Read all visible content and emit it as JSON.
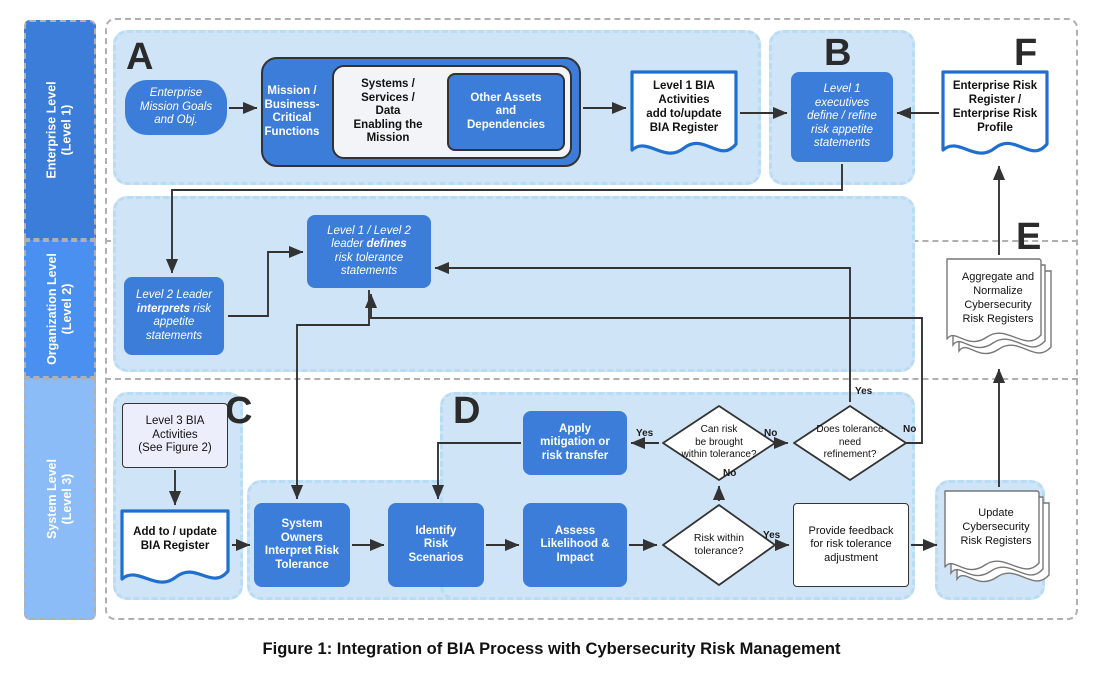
{
  "figure": {
    "caption": "Figure 1: Integration of BIA Process with Cybersecurity Risk Management"
  },
  "levels": [
    {
      "id": "level-1",
      "label": "Enterprise Level\n(Level 1)",
      "line1": "Enterprise Level",
      "line2": "(Level 1)",
      "color": "#3b7dd8"
    },
    {
      "id": "level-2",
      "label": "Organization Level\n(Level 2)",
      "line1": "Organization Level",
      "line2": "(Level 2)",
      "color": "#4a90f0"
    },
    {
      "id": "level-3",
      "label": "System Level\n(Level 3)",
      "line1": "System Level",
      "line2": "(Level 3)",
      "color": "#8cbcf7"
    }
  ],
  "sections": {
    "a": "A",
    "b": "B",
    "c": "C",
    "d": "D",
    "e": "E",
    "f": "F"
  },
  "nodes": {
    "enterprise_mission_goals": {
      "l1": "Enterprise",
      "l2": "Mission Goals",
      "l3": "and Obj."
    },
    "mission_critical_functions": {
      "l1": "Mission /",
      "l2": "Business-",
      "l3": "Critical",
      "l4": "Functions"
    },
    "systems_services_data": {
      "l1": "Systems /",
      "l2": "Services /",
      "l3": "Data",
      "l4": "Enabling the",
      "l5": "Mission"
    },
    "other_assets": {
      "l1": "Other Assets",
      "l2": "and",
      "l3": "Dependencies"
    },
    "level1_bia_activities": {
      "l1": "Level 1 BIA",
      "l2": "Activities",
      "l3": "add to/update",
      "l4": "BIA Register"
    },
    "level1_executives": {
      "l1": "Level 1",
      "l2": "executives",
      "l3": "define / refine",
      "l4": "risk appetite",
      "l5": "statements"
    },
    "enterprise_risk_register": {
      "l1": "Enterprise Risk",
      "l2": "Register /",
      "l3": "Enterprise Risk",
      "l4": "Profile"
    },
    "level2_leader_interprets": {
      "l1": "Level 2 Leader",
      "l2b": "interprets",
      "l2c": " risk",
      "l3": "appetite",
      "l4": "statements"
    },
    "level12_leader_defines": {
      "l1": "Level 1 / Level 2",
      "l2a": "leader ",
      "l2b": "defines",
      "l3": "risk tolerance",
      "l4": "statements"
    },
    "aggregate_normalize": {
      "l1": "Aggregate and",
      "l2": "Normalize",
      "l3": "Cybersecurity",
      "l4": "Risk Registers"
    },
    "level3_bia_activities": {
      "l1": "Level 3 BIA",
      "l2": "Activities",
      "l3": "(See Figure 2)"
    },
    "add_update_bia_register": {
      "l1": "Add to / update",
      "l2": "BIA Register"
    },
    "system_owners_interpret": {
      "l1": "System",
      "l2": "Owners",
      "l3": "Interpret Risk",
      "l4": "Tolerance"
    },
    "identify_risk_scenarios": {
      "l1": "Identify",
      "l2": "Risk",
      "l3": "Scenarios"
    },
    "assess_likelihood_impact": {
      "l1": "Assess",
      "l2": "Likelihood &",
      "l3": "Impact"
    },
    "apply_mitigation": {
      "l1": "Apply",
      "l2": "mitigation or",
      "l3": "risk transfer"
    },
    "risk_within_tolerance": {
      "l1": "Risk within",
      "l2": "tolerance?"
    },
    "can_risk_be_brought": {
      "l1": "Can risk",
      "l2": "be brought",
      "l3": "within tolerance?"
    },
    "does_tolerance_need_refinement": {
      "l1": "Does tolerance",
      "l2": "need",
      "l3": "refinement?"
    },
    "provide_feedback": {
      "l1": "Provide feedback",
      "l2": "for risk tolerance",
      "l3": "adjustment"
    },
    "update_cyber_risk_registers": {
      "l1": "Update",
      "l2": "Cybersecurity",
      "l3": "Risk Registers"
    }
  },
  "edge_labels": {
    "yes_risk_within": "Yes",
    "no_risk_within": "No",
    "yes_can_risk": "Yes",
    "no_can_risk": "No",
    "yes_does_tolerance": "Yes",
    "no_does_tolerance": "No"
  },
  "colors": {
    "level1_band": "#3b7dd8",
    "level2_band": "#4a90f0",
    "level3_band": "#8cbcf7",
    "group_fill": "#cfe4f7",
    "group_border": "#b9dcf5",
    "node_blue": "#3b7dd8",
    "doc_accent": "#1f6fd0",
    "frame_dash": "#b0b0b0",
    "connector": "#333333"
  }
}
